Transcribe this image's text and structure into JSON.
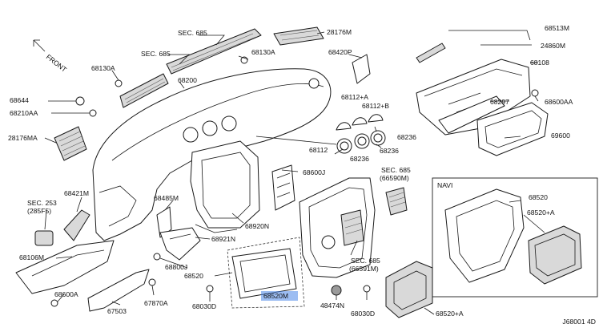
{
  "labels": {
    "sec685_top": "SEC. 685",
    "sec685_left": "SEC. 685",
    "p28176m": "28176M",
    "p68513m": "68513M",
    "p24860m": "24860M",
    "p68108": "68108",
    "p68130a_a": "68130A",
    "p68130a_b": "68130A",
    "p68420p": "68420P",
    "p68200": "68200",
    "p68644": "68644",
    "p68210aa": "68210AA",
    "p68112a": "68112+A",
    "p68112b": "68112+B",
    "p68297": "68297",
    "p68600aa_r": "68600AA",
    "p28176ma": "28176MA",
    "p68236_a": "68236",
    "p68112": "68112",
    "p68236_b": "68236",
    "p69600": "69600",
    "p68600j": "68600J",
    "sec685_mid": "SEC. 685",
    "sec685_mid_sub": "(66590M)",
    "sec253": "SEC. 253",
    "sec253_sub": "(285F5)",
    "p68421m": "68421M",
    "p68485m": "68485M",
    "navi": "NAVI",
    "p68520_navi": "68520",
    "p68520a_navi": "68520+A",
    "p68920n": "68920N",
    "p68921n": "68921N",
    "p68106m": "68106M",
    "p68800j": "68800J",
    "p68520": "68520",
    "sec685_low": "SEC. 685",
    "sec685_low_sub": "(66591M)",
    "p68600a": "68600A",
    "p67503": "67503",
    "p67870a": "67870A",
    "p68030d_a": "68030D",
    "p68520m": "68520M",
    "p48474n": "48474N",
    "p68030d_b": "68030D",
    "p68520a": "68520+A",
    "front": "FRONT",
    "code": "J68001 4D"
  },
  "colors": {
    "line": "#1a1a1a",
    "highlight": "#4a86e8",
    "part_fill": "#ffffff",
    "shade": "#d9d9d9"
  }
}
